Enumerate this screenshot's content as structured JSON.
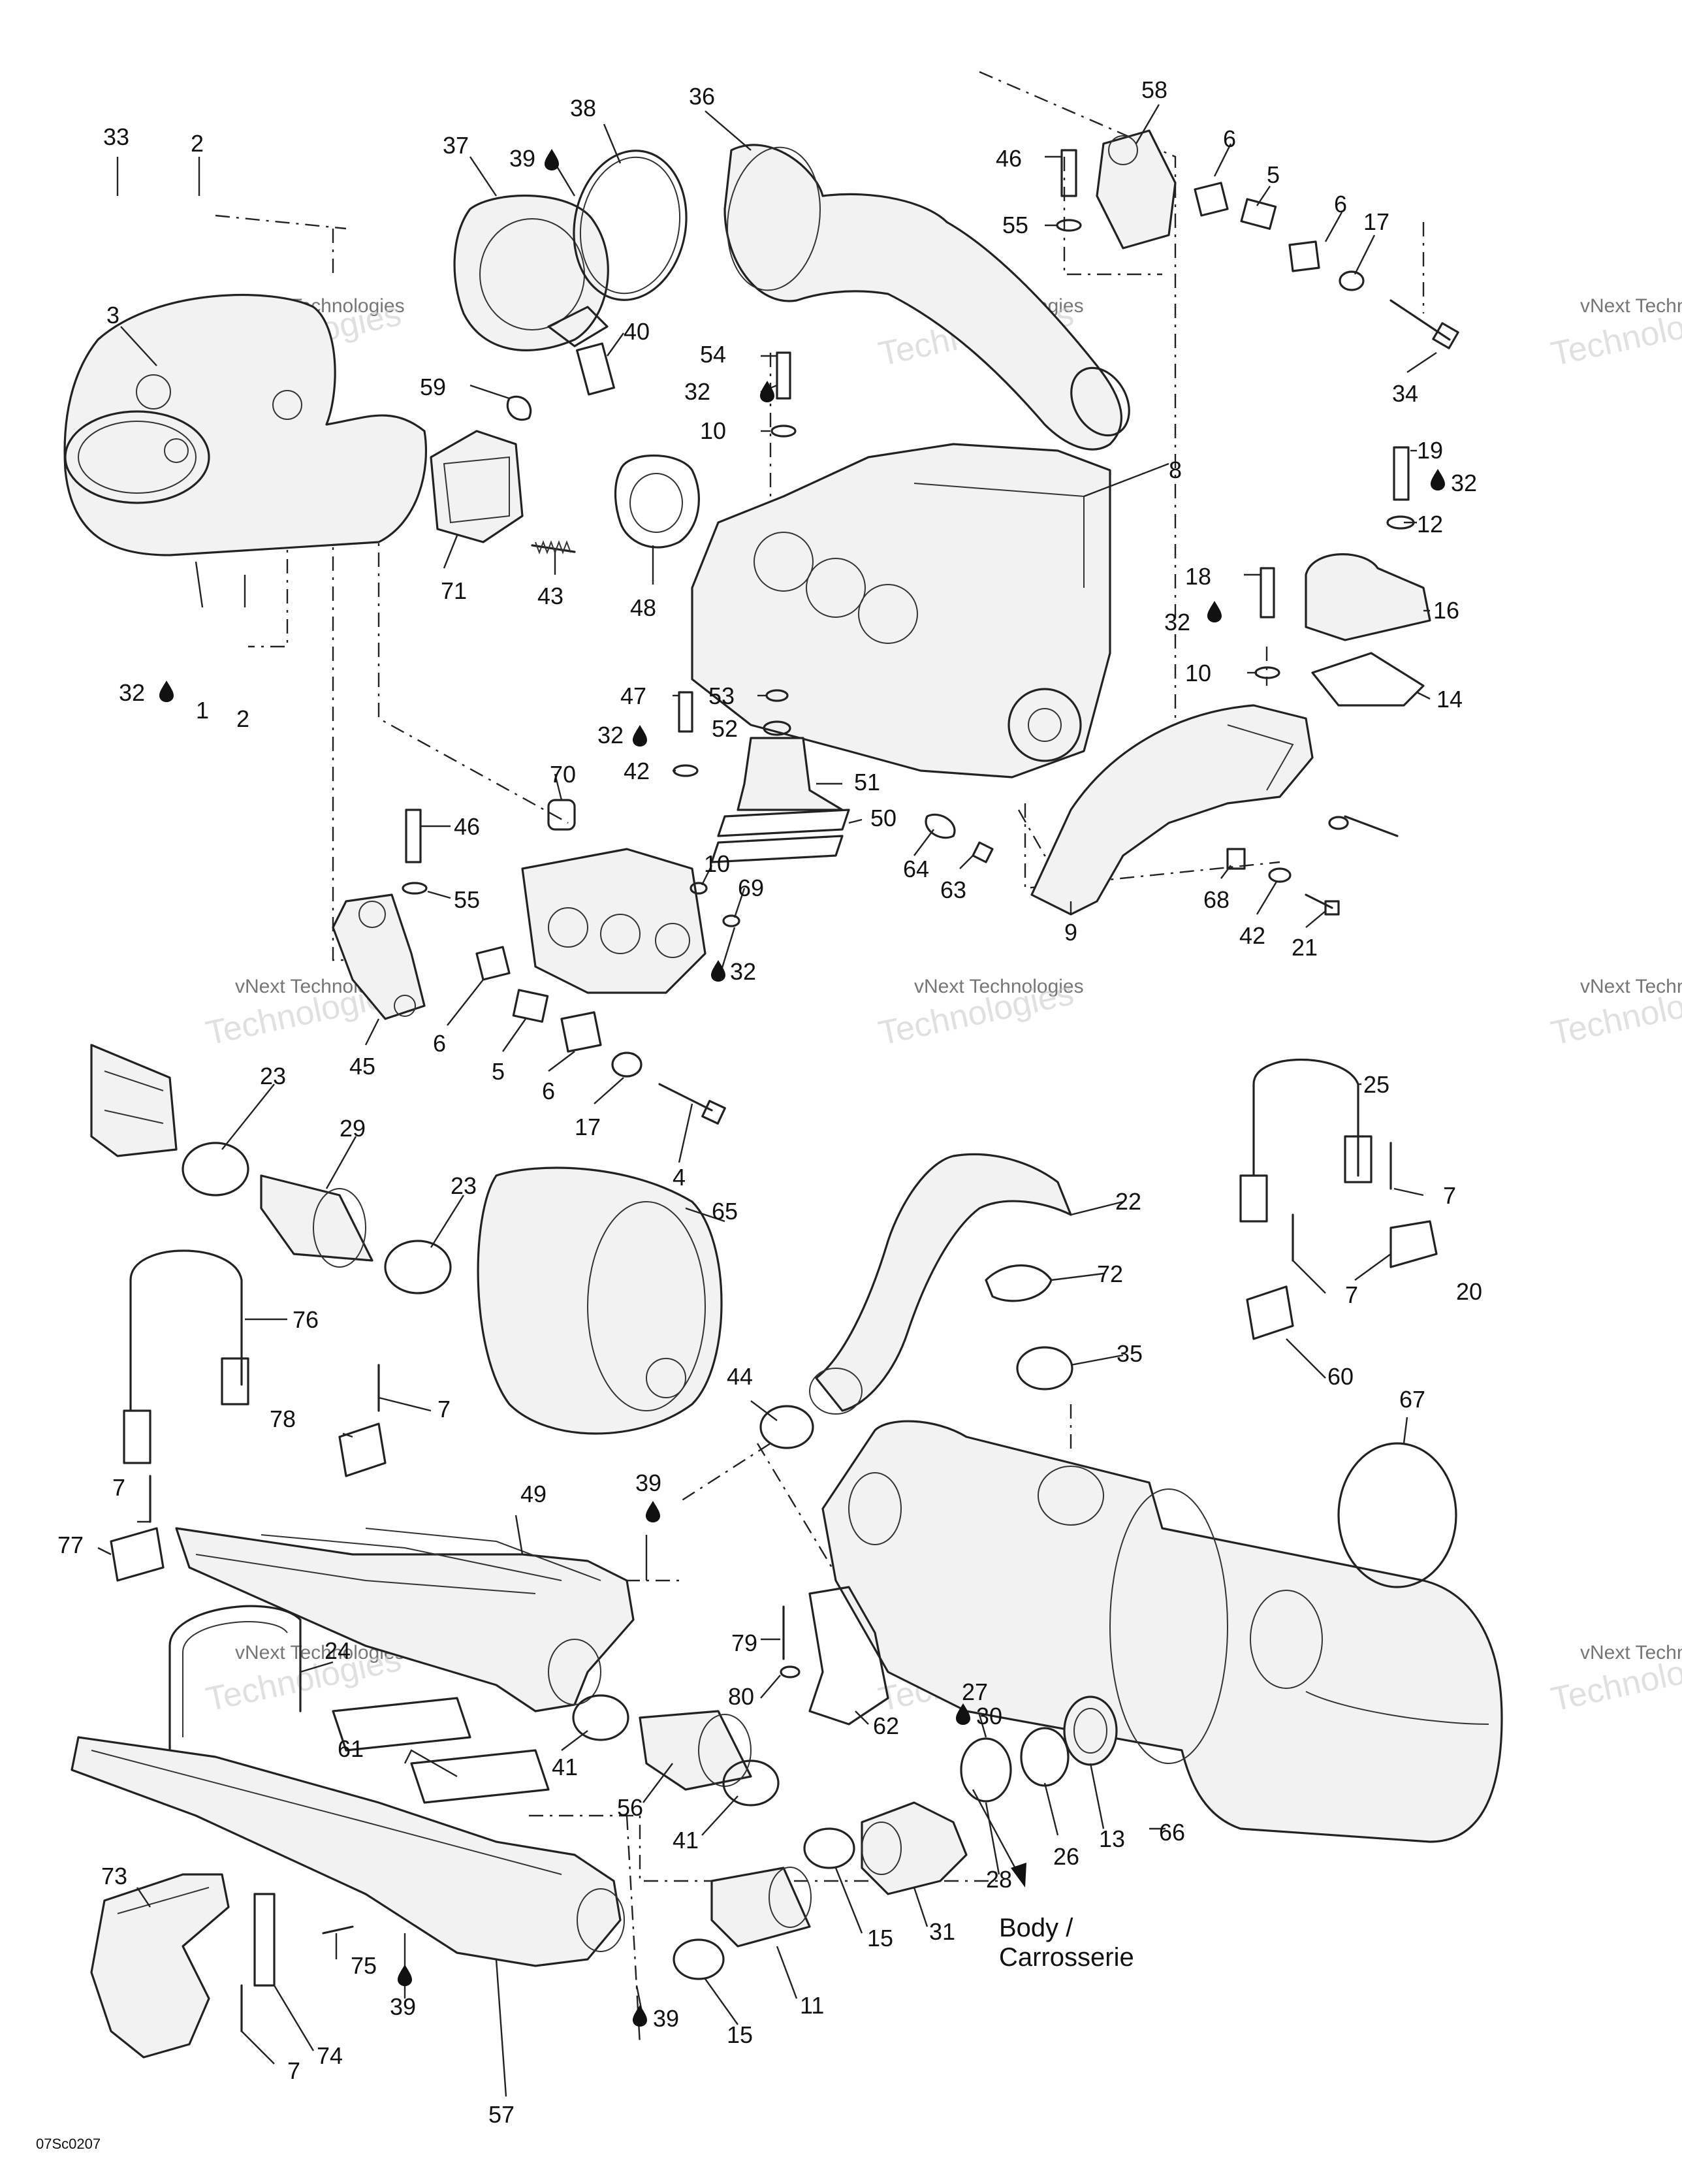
{
  "watermark": {
    "line1": "vNext Technologies",
    "line2": "Technologies"
  },
  "body_label": {
    "line1": "Body /",
    "line2": "Carrosserie"
  },
  "figure_code": "07Sc0207",
  "callouts": [
    {
      "id": "c33",
      "text": "33"
    },
    {
      "id": "c2a",
      "text": "2"
    },
    {
      "id": "c3",
      "text": "3"
    },
    {
      "id": "c37",
      "text": "37"
    },
    {
      "id": "c39a",
      "text": "39"
    },
    {
      "id": "c38",
      "text": "38"
    },
    {
      "id": "c36",
      "text": "36"
    },
    {
      "id": "c58",
      "text": "58"
    },
    {
      "id": "c46a",
      "text": "46"
    },
    {
      "id": "c55a",
      "text": "55"
    },
    {
      "id": "c6a",
      "text": "6"
    },
    {
      "id": "c5a",
      "text": "5"
    },
    {
      "id": "c6b",
      "text": "6"
    },
    {
      "id": "c17a",
      "text": "17"
    },
    {
      "id": "c34",
      "text": "34"
    },
    {
      "id": "c40",
      "text": "40"
    },
    {
      "id": "c54",
      "text": "54"
    },
    {
      "id": "c32a",
      "text": "32"
    },
    {
      "id": "c10a",
      "text": "10"
    },
    {
      "id": "c59",
      "text": "59"
    },
    {
      "id": "c8",
      "text": "8"
    },
    {
      "id": "c19",
      "text": "19"
    },
    {
      "id": "c32b",
      "text": "32"
    },
    {
      "id": "c12",
      "text": "12"
    },
    {
      "id": "c71",
      "text": "71"
    },
    {
      "id": "c43",
      "text": "43"
    },
    {
      "id": "c48",
      "text": "48"
    },
    {
      "id": "c18",
      "text": "18"
    },
    {
      "id": "c16",
      "text": "16"
    },
    {
      "id": "c32c",
      "text": "32"
    },
    {
      "id": "c10b",
      "text": "10"
    },
    {
      "id": "c14",
      "text": "14"
    },
    {
      "id": "c32d",
      "text": "32"
    },
    {
      "id": "c1",
      "text": "1"
    },
    {
      "id": "c2b",
      "text": "2"
    },
    {
      "id": "c47",
      "text": "47"
    },
    {
      "id": "c53",
      "text": "53"
    },
    {
      "id": "c32e",
      "text": "32"
    },
    {
      "id": "c52",
      "text": "52"
    },
    {
      "id": "c42a",
      "text": "42"
    },
    {
      "id": "c51",
      "text": "51"
    },
    {
      "id": "c70",
      "text": "70"
    },
    {
      "id": "c50",
      "text": "50"
    },
    {
      "id": "c46b",
      "text": "46"
    },
    {
      "id": "c64",
      "text": "64"
    },
    {
      "id": "c63",
      "text": "63"
    },
    {
      "id": "c10c",
      "text": "10"
    },
    {
      "id": "c69",
      "text": "69"
    },
    {
      "id": "c55b",
      "text": "55"
    },
    {
      "id": "c32f",
      "text": "32"
    },
    {
      "id": "c9",
      "text": "9"
    },
    {
      "id": "c68",
      "text": "68"
    },
    {
      "id": "c42b",
      "text": "42"
    },
    {
      "id": "c21",
      "text": "21"
    },
    {
      "id": "c45",
      "text": "45"
    },
    {
      "id": "c6c",
      "text": "6"
    },
    {
      "id": "c5b",
      "text": "5"
    },
    {
      "id": "c6d",
      "text": "6"
    },
    {
      "id": "c17b",
      "text": "17"
    },
    {
      "id": "c23a",
      "text": "23"
    },
    {
      "id": "c29",
      "text": "29"
    },
    {
      "id": "c4",
      "text": "4"
    },
    {
      "id": "c25",
      "text": "25"
    },
    {
      "id": "c23b",
      "text": "23"
    },
    {
      "id": "c65",
      "text": "65"
    },
    {
      "id": "c22",
      "text": "22"
    },
    {
      "id": "c7a",
      "text": "7"
    },
    {
      "id": "c72",
      "text": "72"
    },
    {
      "id": "c76",
      "text": "76"
    },
    {
      "id": "c7b",
      "text": "7"
    },
    {
      "id": "c20",
      "text": "20"
    },
    {
      "id": "c35",
      "text": "35"
    },
    {
      "id": "c60",
      "text": "60"
    },
    {
      "id": "c7c",
      "text": "7"
    },
    {
      "id": "c78",
      "text": "78"
    },
    {
      "id": "c44",
      "text": "44"
    },
    {
      "id": "c67",
      "text": "67"
    },
    {
      "id": "c7d",
      "text": "7"
    },
    {
      "id": "c39b",
      "text": "39"
    },
    {
      "id": "c49",
      "text": "49"
    },
    {
      "id": "c77",
      "text": "77"
    },
    {
      "id": "c24",
      "text": "24"
    },
    {
      "id": "c79",
      "text": "79"
    },
    {
      "id": "c27",
      "text": "27"
    },
    {
      "id": "c30",
      "text": "30"
    },
    {
      "id": "c80",
      "text": "80"
    },
    {
      "id": "c62",
      "text": "62"
    },
    {
      "id": "c61",
      "text": "61"
    },
    {
      "id": "c41a",
      "text": "41"
    },
    {
      "id": "c56",
      "text": "56"
    },
    {
      "id": "c13",
      "text": "13"
    },
    {
      "id": "c26",
      "text": "26"
    },
    {
      "id": "c66",
      "text": "66"
    },
    {
      "id": "c41b",
      "text": "41"
    },
    {
      "id": "c28",
      "text": "28"
    },
    {
      "id": "c73",
      "text": "73"
    },
    {
      "id": "c31",
      "text": "31"
    },
    {
      "id": "c15a",
      "text": "15"
    },
    {
      "id": "c75",
      "text": "75"
    },
    {
      "id": "c39c",
      "text": "39"
    },
    {
      "id": "c74",
      "text": "74"
    },
    {
      "id": "c11",
      "text": "11"
    },
    {
      "id": "c39d",
      "text": "39"
    },
    {
      "id": "c15b",
      "text": "15"
    },
    {
      "id": "c7e",
      "text": "7"
    },
    {
      "id": "c57",
      "text": "57"
    }
  ]
}
